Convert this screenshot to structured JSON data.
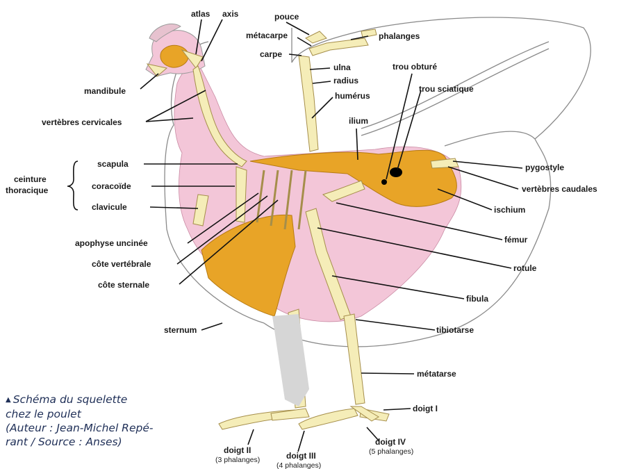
{
  "labels": {
    "atlas": "atlas",
    "axis": "axis",
    "pouce": "pouce",
    "metacarpe": "métacarpe",
    "phalanges": "phalanges",
    "carpe": "carpe",
    "ulna": "ulna",
    "radius": "radius",
    "humerus": "humérus",
    "trou_obture": "trou obturé",
    "trou_sciatique": "trou sciatique",
    "mandibule": "mandibule",
    "vertebres_cervicales": "vertèbres cervicales",
    "ilium": "ilium",
    "ceinture_line1": "ceinture",
    "ceinture_line2": "thoracique",
    "scapula": "scapula",
    "coracoide": "coracoïde",
    "clavicule": "clavicule",
    "pygostyle": "pygostyle",
    "vertebres_caudales": "vertèbres caudales",
    "ischium": "ischium",
    "femur": "fémur",
    "apophyse_uncinee": "apophyse uncinée",
    "rotule": "rotule",
    "cote_vertebrale": "côte vertébrale",
    "cote_sternale": "côte sternale",
    "fibula": "fibula",
    "sternum": "sternum",
    "tibiotarse": "tibiotarse",
    "metatarse": "métatarse",
    "doigt_i": "doigt I",
    "doigt_ii": "doigt II",
    "doigt_ii_sub": "(3 phalanges)",
    "doigt_iii": "doigt III",
    "doigt_iii_sub": "(4 phalanges)",
    "doigt_iv": "doigt IV",
    "doigt_iv_sub": "(5 phalanges)"
  },
  "caption": {
    "marker": "▲",
    "line1": "Schéma du squelette",
    "line2": "chez le poulet",
    "line3": "(Auteur : Jean-Michel Repé-",
    "line4": "rant / Source : Anses)"
  },
  "colors": {
    "body_fill": "#f3c6d8",
    "bone_fill": "#f5edb8",
    "bone_dark": "#e8a427",
    "shadow_fill": "#d6d6d6",
    "outline": "#8a8a8a",
    "caption_color": "#1f2f57"
  }
}
